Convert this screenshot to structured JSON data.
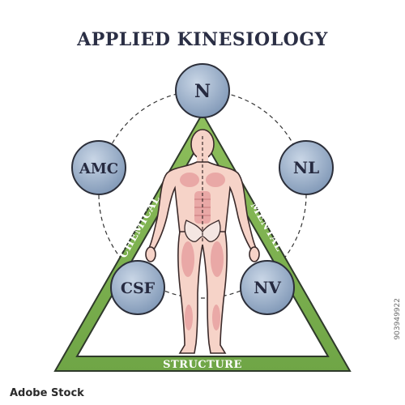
{
  "title": "APPLIED KINESIOLOGY",
  "nodes": {
    "top": "N",
    "upper_left": "AMC",
    "upper_right": "NL",
    "lower_left": "CSF",
    "lower_right": "NV"
  },
  "sides": {
    "left": "CHEMICAL",
    "right": "MENTAL",
    "bottom": "STRUCTURE"
  },
  "watermark": "903949922",
  "stock": {
    "logo": "Adobe Stock"
  },
  "colors": {
    "triangle": "#7fb14f",
    "triangle_stroke": "#2f3a2b",
    "node_fill": "#9fb3cc",
    "body_fill": "#f6d3c8",
    "muscle": "#e7a1a1",
    "title": "#2b2f45"
  }
}
